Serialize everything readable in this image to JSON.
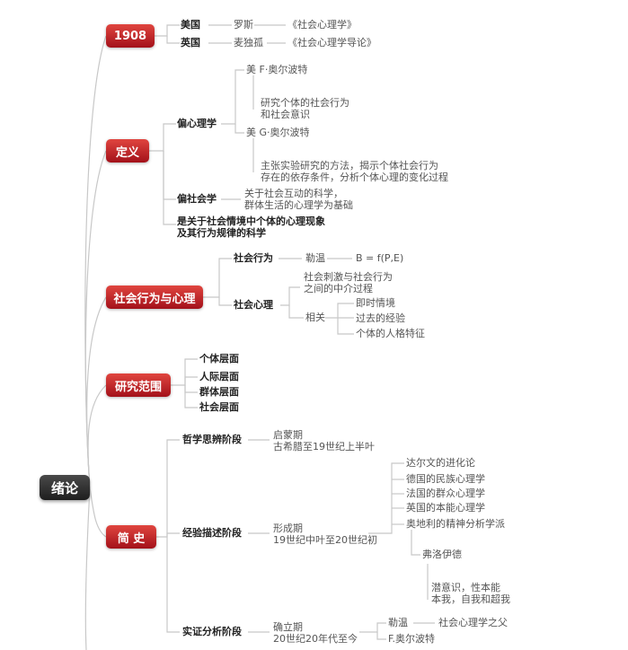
{
  "root": "绪论",
  "branches": {
    "b1908": {
      "label": "1908",
      "row1": {
        "country": "美国",
        "person": "罗斯",
        "book": "《社会心理学》"
      },
      "row2": {
        "country": "英国",
        "person": "麦独孤",
        "book": "《社会心理学导论》"
      }
    },
    "definition": {
      "label": "定义",
      "psych": "偏心理学",
      "allport_f": "美 F·奥尔波特",
      "allport_f_desc": "研究个体的社会行为\n和社会意识",
      "allport_g": "美 G·奥尔波特",
      "allport_g_desc": "主张实验研究的方法，揭示个体社会行为\n存在的依存条件，分析个体心理的变化过程",
      "socio": "偏社会学",
      "socio_desc": "关于社会互动的科学，\n群体生活的心理学为基础",
      "summary": "是关于社会情境中个体的心理现象\n及其行为规律的科学"
    },
    "behavior": {
      "label": "社会行为与心理",
      "social_behavior": "社会行为",
      "lewin": "勒温",
      "formula": "B = f(P,E)",
      "social_psych": "社会心理",
      "mediator": "社会刺激与社会行为\n之间的中介过程",
      "related": "相关",
      "factors": [
        "即时情境",
        "过去的经验",
        "个体的人格特征"
      ]
    },
    "scope": {
      "label": "研究范围",
      "levels": [
        "个体层面",
        "人际层面",
        "群体层面",
        "社会层面"
      ]
    },
    "history": {
      "label": "简  史",
      "stage1": "哲学思辨阶段",
      "stage1_desc": "启蒙期\n古希腊至19世纪上半叶",
      "stage2": "经验描述阶段",
      "stage2_desc": "形成期\n19世纪中叶至20世纪初",
      "schools": [
        "达尔文的进化论",
        "德国的民族心理学",
        "法国的群众心理学",
        "英国的本能心理学",
        "奥地利的精神分析学派"
      ],
      "freud": "弗洛伊德",
      "freud_desc": "潜意识，性本能\n本我，自我和超我",
      "stage3": "实证分析阶段",
      "stage3_desc": "确立期\n20世纪20年代至今",
      "allport": "勒温",
      "allport_desc": "社会心理学之父",
      "allport_f": "F.奥尔波特"
    }
  }
}
